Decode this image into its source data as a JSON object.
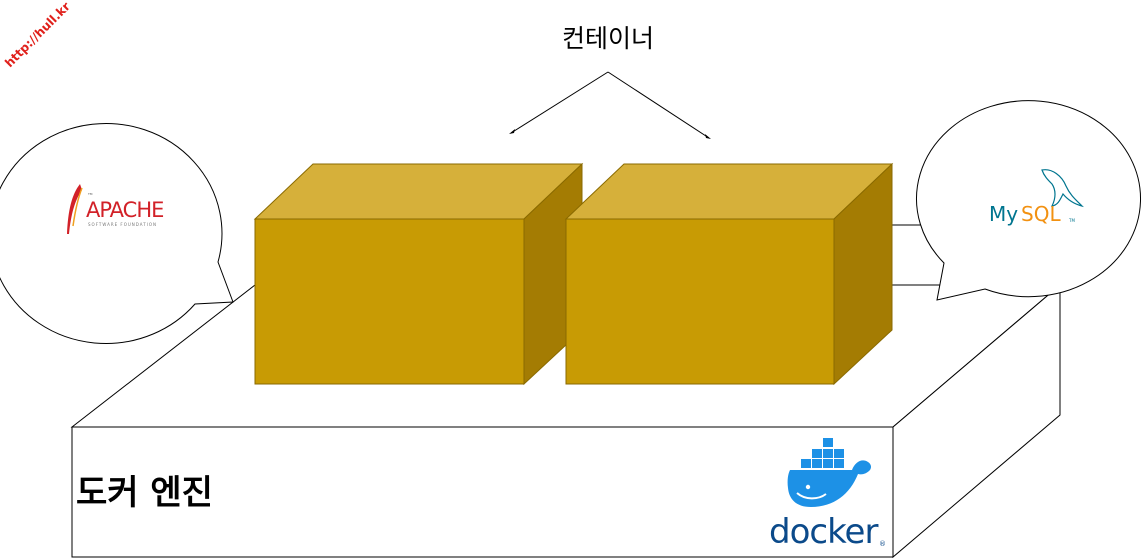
{
  "watermark": {
    "text": "http://hull.kr",
    "color": "#e0201b"
  },
  "container_label": "컨테이너",
  "engine_label": "도커 엔진",
  "apache_logo": {
    "name": "APACHE",
    "tagline": "SOFTWARE FOUNDATION",
    "superscript": "TM"
  },
  "mysql_logo": {
    "text_my": "My",
    "text_sql": "SQL",
    "suffix": "TM"
  },
  "docker_logo": {
    "text": "docker",
    "mark": "®"
  },
  "colors": {
    "box_front": "#c89b04",
    "box_top": "#d6b03a",
    "box_side": "#a47c03",
    "docker_blue": "#1d91e6",
    "docker_text": "#0b4a8a",
    "mysql_blue": "#00758f",
    "mysql_orange": "#f29111",
    "apache_red": "#d22128"
  }
}
